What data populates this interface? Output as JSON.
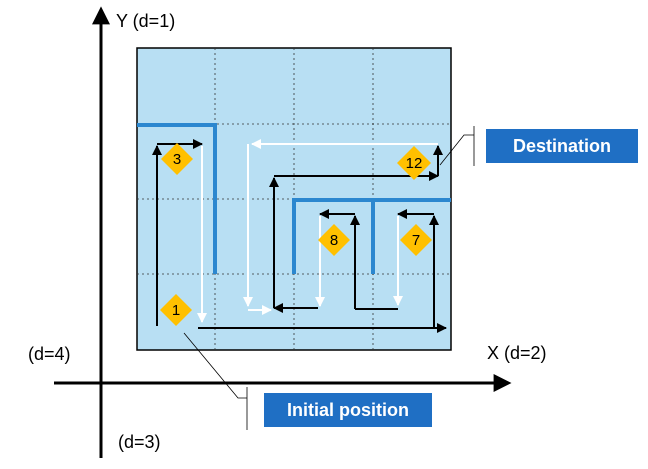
{
  "axes": {
    "y_label": "Y (d=1)",
    "x_label": "X (d=2)",
    "left_label": "(d=4)",
    "bottom_label": "(d=3)"
  },
  "callouts": {
    "destination": "Destination",
    "initial": "Initial position"
  },
  "markers": [
    "1",
    "3",
    "8",
    "7",
    "12"
  ],
  "colors": {
    "grid_fill": "#b8dff3",
    "wall": "#2b87cf",
    "marker": "#ffc000",
    "callout": "#1f6fc4"
  }
}
